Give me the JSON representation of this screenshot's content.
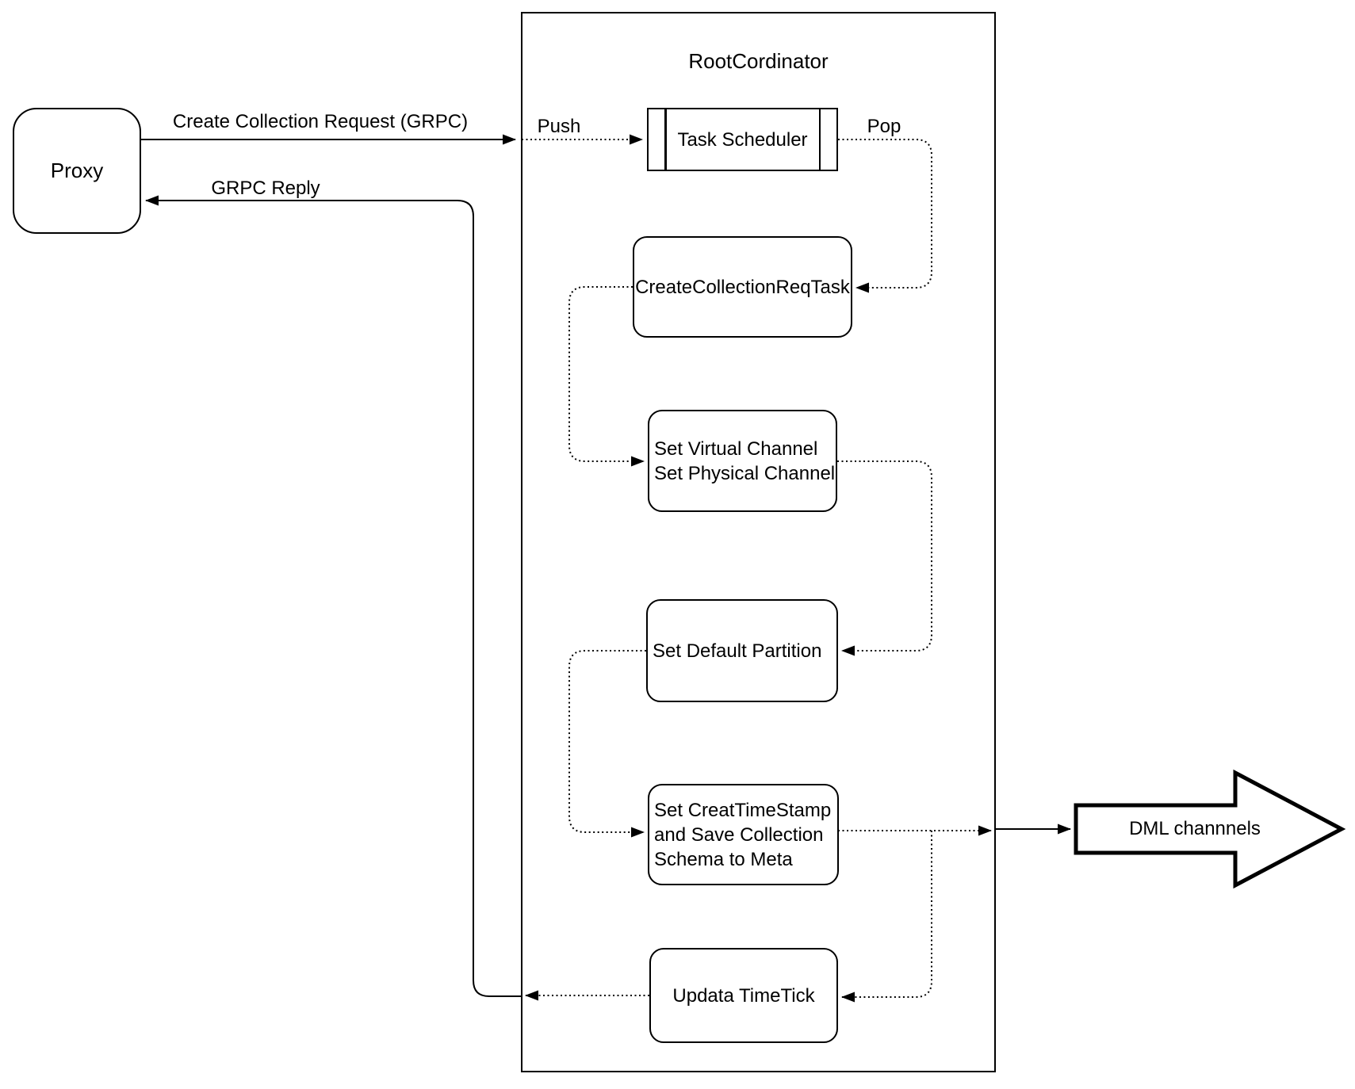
{
  "title": "RootCordinator",
  "nodes": {
    "proxy": {
      "label": "Proxy"
    },
    "task_scheduler": {
      "label": "Task Scheduler"
    },
    "create_collection_req_task": {
      "label": "CreateCollectionReqTask"
    },
    "set_channels": {
      "lines": [
        "Set Virtual Channel",
        "Set Physical Channel"
      ]
    },
    "set_default_partition": {
      "label": "Set Default Partition"
    },
    "set_create_timestamp": {
      "lines": [
        "Set CreatTimeStamp",
        "and Save Collection",
        "Schema to Meta"
      ]
    },
    "update_timetick": {
      "label": "Updata TimeTick"
    },
    "dml_channels": {
      "label": "DML channnels"
    }
  },
  "edges": {
    "create_request": "Create Collection Request (GRPC)",
    "grpc_reply": "GRPC Reply",
    "push": "Push",
    "pop": "Pop"
  },
  "colors": {
    "stroke": "#000000",
    "background": "#ffffff"
  }
}
